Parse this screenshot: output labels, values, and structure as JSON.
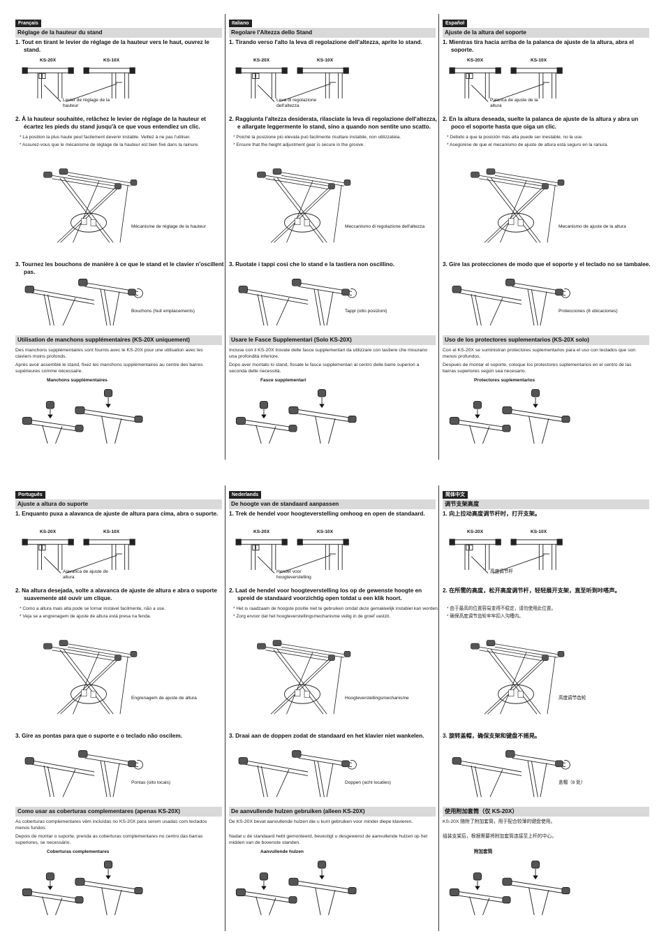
{
  "cells": [
    {
      "id": "fr",
      "language": "Français",
      "heading": "Réglage de la hauteur du stand",
      "step1": "1. Tout en tirant le levier de réglage de la hauteur vers le haut, ouvrez le stand.",
      "model_a": "KS-20X",
      "model_b": "KS-10X",
      "lever_label": "Levier de réglage de la hauteur",
      "step2": "2. À la hauteur souhaitée, relâchez le levier de réglage de la hauteur et écartez les pieds du stand jusqu'à ce que vous entendiez un clic.",
      "note1": "* La position la plus haute peut facilement devenir instable. Veillez à ne pas l'utiliser.",
      "note2": "* Assurez-vous que le mécanisme de réglage de la hauteur est bien fixé dans la rainure.",
      "mechanism_label": "Mécanisme de réglage de la hauteur",
      "step3": "3. Tournez les bouchons de manière à ce que le stand et le clavier n'oscillent pas.",
      "caps_label": "Bouchons (huit emplacements)",
      "heading2": "Utilisation de manchons supplémentaires (KS-20X uniquement)",
      "para1": "Des manchons supplémentaires sont fournis avec le KS-20X pour une utilisation avec les claviers moins profonds.",
      "para2": "Après avoir assemblé le stand, fixez les manchons supplémentaires au centre des barres supérieures comme nécessaire.",
      "sleeves_label": "Manchons supplémentaires"
    },
    {
      "id": "it",
      "language": "Italiano",
      "heading": "Regolare l'Altezza dello Stand",
      "step1": "1. Tirando verso l'alto la leva di regolazione dell'altezza, aprite lo stand.",
      "model_a": "KS-20X",
      "model_b": "KS-10X",
      "lever_label": "Leva di regolazione dell'altezza",
      "step2": "2. Raggiunta l'altezza desiderata, rilasciate la leva di regolazione dell'altezza, e allargate leggermente lo stand, sino a quando non sentite uno scatto.",
      "note1": "* Poiché la posizione più elevata può facilmente risultare instabile, non utilizzatela.",
      "note2": "* Ensure that the height adjustment gear is secure in the groove.",
      "mechanism_label": "Meccanismo di regolazione dell'altezza",
      "step3": "3. Ruotate i tappi così che lo stand e la tastiera non oscillino.",
      "caps_label": "Tappi (otto posizioni)",
      "heading2": "Usare le Fasce Supplementari (Solo KS-20X)",
      "para1": "Incluse con il KS-20X trovate delle fasce supplementari da utilizzare con tastiere che misurano una profondità inferiore.",
      "para2": "Dopo aver montato lo stand, fissate le fasce supplementari al centro delle barre superiori a seconda delle necessità.",
      "sleeves_label": "Fasce supplementari"
    },
    {
      "id": "es",
      "language": "Español",
      "heading": "Ajuste de la altura del soporte",
      "step1": "1. Mientras tira hacia arriba de la palanca de ajuste de la altura, abra el soporte.",
      "model_a": "KS-20X",
      "model_b": "KS-10X",
      "lever_label": "Palanca de ajuste de la altura",
      "step2": "2. En la altura deseada, suelte la palanca de ajuste de la altura y abra un poco el soporte hasta que oiga un clic.",
      "note1": "* Debido a que la posición más alta puede ser inestable, no la use.",
      "note2": "* Asegúrese de que el mecanismo de ajuste de altura está seguro en la ranura.",
      "mechanism_label": "Mecanismo de ajuste de la altura",
      "step3": "3. Gire las protecciones de modo que el soporte y el teclado no se tambalee.",
      "caps_label": "Protecciones (8 ubicaciones)",
      "heading2": "Uso de los protectores suplementarios (KS-20X solo)",
      "para1": "Con el KS-20X se suministran protectores suplementarios para el uso con teclados que son menos profundos.",
      "para2": "Después de montar el soporte, coloque los protectores suplementarios en el centro de las barras superiores según sea necesario.",
      "sleeves_label": "Protectores suplementarios"
    },
    {
      "id": "pt",
      "language": "Português",
      "heading": "Ajuste a altura do suporte",
      "step1": "1. Enquanto puxa a alavanca de ajuste de altura para cima, abra o suporte.",
      "model_a": "KS-20X",
      "model_b": "KS-10X",
      "lever_label": "Alavanca de ajuste de altura",
      "step2": "2. Na altura desejada, solte a alavanca de ajuste de altura e abra o suporte suavemente até ouvir um clique.",
      "note1": "* Como a altura mais alta pode se tornar instável facilmente, não a use.",
      "note2": "* Veja se a engrenagem de ajuste de altura está presa na fenda.",
      "mechanism_label": "Engrenagem de ajuste de altura",
      "step3": "3. Gire as pontas para que o suporte e o teclado não oscilem.",
      "caps_label": "Pontas (oito locais)",
      "heading2": "Como usar as coberturas complementares (apenas KS-20X)",
      "para1": "As coberturas complementares vêm incluídas no KS-20X para serem usadas com teclados menos fundos.",
      "para2": "Depois de montar o suporte, prenda as coberturas complementares no centro das barras superiores, se necessário.",
      "sleeves_label": "Coberturas complementares"
    },
    {
      "id": "nl",
      "language": "Nederlands",
      "heading": "De hoogte van de standaard aanpassen",
      "step1": "1. Trek de hendel voor hoogteverstelling omhoog en open de standaard.",
      "model_a": "KS-20X",
      "model_b": "KS-10X",
      "lever_label": "Hendel voor hoogteverstelling",
      "step2": "2. Laat de hendel voor hoogteverstelling los op de gewenste hoogte en spreid de standaard voorzichtig open totdat u een klik hoort.",
      "note1": "* Het is raadzaam de hoogste positie niet te gebruiken omdat deze gemakkelijk instabiel kan worden.",
      "note2": "* Zorg ervoor dat het hoogteverstellingsmechanisme veilig in de groef vastzit.",
      "mechanism_label": "Hoogteverstellingsmechanisme",
      "step3": "3. Draai aan de doppen zodat de standaard en het klavier niet wankelen.",
      "caps_label": "Doppen (acht locaties)",
      "heading2": "De aanvullende hulzen gebruiken (alleen KS-20X)",
      "para1": "De KS-20X bevat aanvullende hulzen die u kunt gebruiken voor minder diepe klavieren.",
      "para2": "Nadat u de standaard hebt gemonteerd, bevestigt u desgewenst de aanvullende hulzen op het midden van de bovenste standen.",
      "sleeves_label": "Aanvullende hulzen"
    },
    {
      "id": "zh",
      "language": "简体中文",
      "heading": "调节支架高度",
      "step1": "1. 向上拉动高度调节杆时，打开支架。",
      "model_a": "KS-20X",
      "model_b": "KS-10X",
      "lever_label": "高度调节杆",
      "step2": "2. 在所需的高度，松开高度调节杆，轻轻展开支架，直至听到咔嗒声。",
      "note1": "* 由于最高的位置容易变得不稳定，请勿使用此位置。",
      "note2": "* 确保高度调节齿轮牢牢扣入沟槽内。",
      "mechanism_label": "高度调节齿轮",
      "step3": "3. 旋转盖帽，确保支架和键盘不摇晃。",
      "caps_label": "盖帽（8 处）",
      "heading2": "使用附加套筒（仅 KS-20X）",
      "para1": "KS-20X 随附了附加套筒，用于配合较薄的键盘使用。",
      "para2": "组装支架后，根据需要将附加套筒连接至上杆的中心。",
      "sleeves_label": "附加套筒"
    }
  ]
}
